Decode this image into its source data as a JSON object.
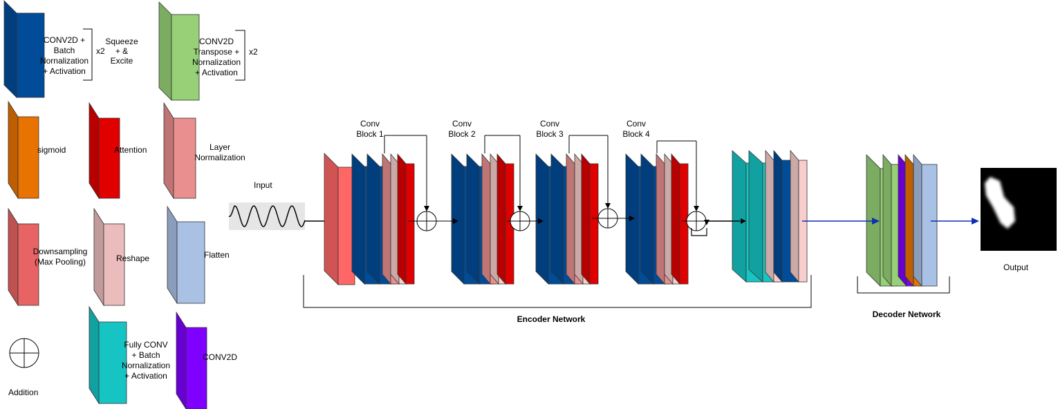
{
  "legend": {
    "conv_bn_act": "CONV2D + Batch Nornalization + Activation",
    "conv_bn_act_lines": [
      "CONV2D +",
      "Batch",
      "Nornalization",
      "+ Activation"
    ],
    "conv_bn_act_repeat": "x2",
    "squeeze_excite_lines": [
      "Squeeze",
      "+ &",
      "Excite"
    ],
    "conv_transpose_lines": [
      "CONV2D",
      "Transpose  +",
      "Nornalization",
      "+ Activation"
    ],
    "conv_transpose_repeat": "x2",
    "sigmoid": "sigmoid",
    "attention": "Attention",
    "layer_norm_lines": [
      "Layer",
      "Normalization"
    ],
    "downsampling_lines": [
      "Downsampling",
      "(Max Pooling)"
    ],
    "reshape": "Reshape",
    "flatten": "Flatten",
    "addition": "Addition",
    "fully_conv_lines": [
      "Fully CONV",
      "+ Batch",
      "Nornalization",
      "+ Activation"
    ],
    "conv2d": "CONV2D"
  },
  "network": {
    "input_label": "Input",
    "output_label": "Output",
    "blocks": [
      {
        "lines": [
          "Conv",
          "Block 1"
        ]
      },
      {
        "lines": [
          "Conv",
          "Block 2"
        ]
      },
      {
        "lines": [
          "Conv",
          "Block 3"
        ]
      },
      {
        "lines": [
          "Conv",
          "Block 4"
        ]
      }
    ],
    "encoder_label": "Encoder Network",
    "decoder_label": "Decoder Network"
  },
  "colors": {
    "conv_blue": "#004c99",
    "green": "#97d077",
    "orange": "#e87300",
    "red": "#e10000",
    "layer_norm_pink": "#ea8f8f",
    "downsample_red": "#e86363",
    "reshape_pink": "#ebbcbc",
    "flatten_blue": "#a8c1e4",
    "teal": "#16c4c4",
    "purple": "#7f00ff",
    "light_pink": "#f8cecc",
    "salmon": "#ff6666"
  }
}
